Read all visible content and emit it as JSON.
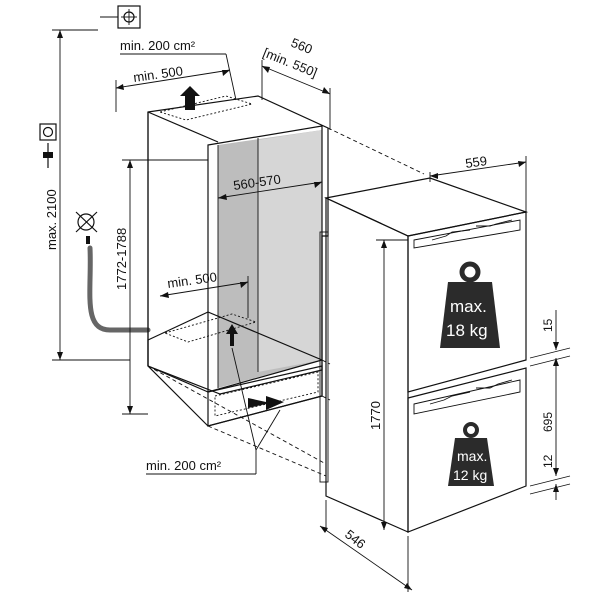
{
  "labels": {
    "vent_top": "min. 200 cm²",
    "depth_top": "560",
    "depth_top_min": "[min. 550]",
    "vent_top_width": "min. 500",
    "niche_width": "560-570",
    "niche_height": "1772-1788",
    "max_height": "max. 2100",
    "niche_bottom_width": "min. 500",
    "vent_bottom": "min. 200 cm²",
    "fridge_width": "559",
    "fridge_height": "1770",
    "fridge_depth": "546",
    "gap_top": "15",
    "drawer_height": "695",
    "gap_bottom": "12",
    "weight_upper_line1": "max.",
    "weight_upper_line2": "18 kg",
    "weight_lower_line1": "max.",
    "weight_lower_line2": "12 kg"
  },
  "icons": [
    "water-connection-icon",
    "power-socket-icon",
    "power-plug-icon",
    "water-valve-icon",
    "airflow-arrow-icon",
    "weight-icon"
  ],
  "colors": {
    "line": "#111111",
    "niche_shade": "#bdbdbd",
    "weight": "#2b2b2b"
  }
}
